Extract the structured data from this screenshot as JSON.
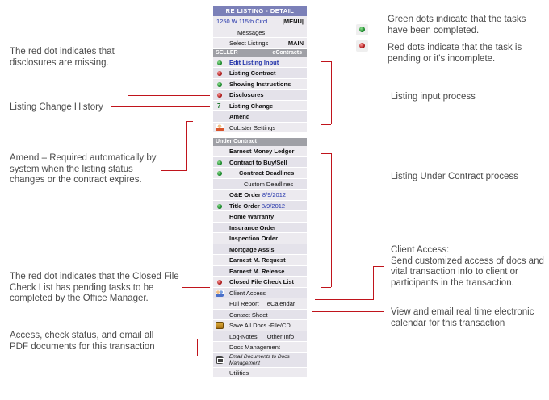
{
  "panel": {
    "header": "RE LISTING - DETAIL",
    "address": "1250 W 115th Circl",
    "menu_label": "|MENU|",
    "messages": "Messages",
    "select_listings": "Select Listings",
    "main": "MAIN",
    "seller_section": "SELLER",
    "econtracts": "eContracts",
    "seller_items": [
      {
        "label": "Edit Listing Input",
        "status": "green"
      },
      {
        "label": "Listing Contract",
        "status": "red"
      },
      {
        "label": "Showing Instructions",
        "status": "green"
      },
      {
        "label": "Disclosures",
        "status": "red"
      },
      {
        "label": "Listing Change",
        "marker": "7"
      },
      {
        "label": "Amend"
      },
      {
        "label": "CoLister Settings",
        "icon": "person-icon"
      }
    ],
    "contract_section": "Under Contract",
    "contract_items": [
      {
        "label": "Earnest Money Ledger"
      },
      {
        "label": "Contract to Buy/Sell",
        "status": "green"
      },
      {
        "label": "Contract Deadlines",
        "status": "green"
      },
      {
        "label": "Custom Deadlines"
      },
      {
        "label": "O&E Order",
        "date": "8/9/2012"
      },
      {
        "label": "Title Order",
        "date": "8/9/2012",
        "status": "green"
      },
      {
        "label": "Home Warranty"
      },
      {
        "label": "Insurance Order"
      },
      {
        "label": "Inspection Order"
      },
      {
        "label": "Mortgage Assis"
      },
      {
        "label": "Earnest M. Request"
      },
      {
        "label": "Earnest M. Release"
      },
      {
        "label": "Closed File Check List",
        "status": "red"
      }
    ],
    "client_access": "Client Access",
    "full_report": "Full Report",
    "ecalendar": "eCalendar",
    "contact_sheet": "Contact Sheet",
    "save_all_docs": "Save All Docs -File/CD",
    "log_notes": "Log-Notes",
    "other_info": "Other Info",
    "docs_management": "Docs Management",
    "email_documents": "Email Documents to Docs Management",
    "utilities": "Utilities"
  },
  "notes": {
    "green_legend": "Green dots indicate that the tasks have been completed.",
    "red_legend": "Red dots indicate that the task is pending or it's incomplete.",
    "disclosures_missing": "The red dot indicates that disclosures are missing.",
    "listing_change_history": "Listing Change History",
    "amend": "Amend – Required automatically by system when the listing status changes or the contract expires.",
    "listing_input_process": "Listing input process",
    "under_contract_process": "Listing Under Contract process",
    "client_access_title": "Client Access:",
    "client_access_desc": "Send customized access of docs and vital transaction info to client or participants in the transaction.",
    "closed_file": "The red dot indicates that the Closed File Check List has pending tasks to be completed by the Office Manager.",
    "ecalendar_note": "View and email real time electronic calendar for this transaction",
    "pdf_access": "Access, check status, and email all PDF documents for this transaction"
  },
  "colors": {
    "green": "#0b7d1e",
    "red": "#c0141c",
    "header": "#7b80b8",
    "section": "#9fa0a6"
  }
}
